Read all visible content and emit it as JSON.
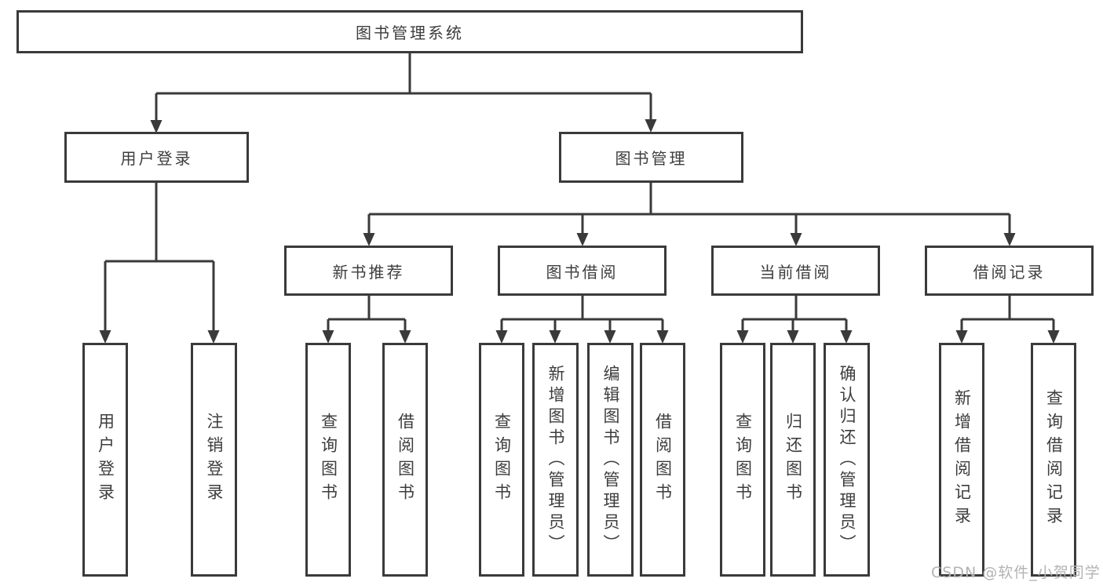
{
  "colors": {
    "line": "#3a3a3a",
    "text": "#3d3d3d",
    "box_bg": "#ffffff",
    "watermark": "#b3b3b3"
  },
  "diagram": {
    "root": "图书管理系统",
    "branches": [
      {
        "label": "用户登录",
        "children": [
          "用户登录",
          "注销登录"
        ]
      },
      {
        "label": "图书管理",
        "sections": [
          {
            "label": "新书推荐",
            "children": [
              "查询图书",
              "借阅图书"
            ]
          },
          {
            "label": "图书借阅",
            "children": [
              "查询图书",
              "新增图书（管理员）",
              "编辑图书（管理员）",
              "借阅图书"
            ]
          },
          {
            "label": "当前借阅",
            "children": [
              "查询图书",
              "归还图书",
              "确认归还（管理员）"
            ]
          },
          {
            "label": "借阅记录",
            "children": [
              "新增借阅记录",
              "查询借阅记录"
            ]
          }
        ]
      }
    ]
  },
  "watermark": "CSDN @软件_小贺同学"
}
